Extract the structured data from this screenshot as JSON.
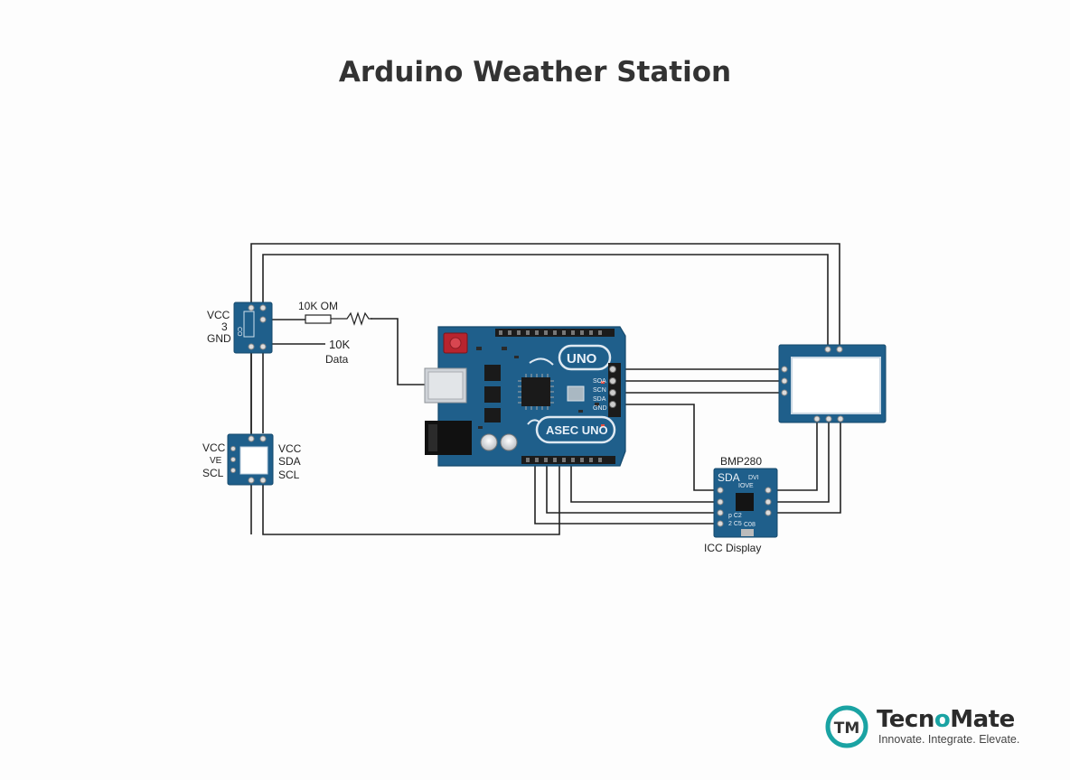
{
  "title": "Arduino Weather Station",
  "labels": {
    "sensor_vcc": "VCC",
    "sensor_3": "3",
    "sensor_gnd": "GND",
    "sensor_chip": "CO",
    "resistor_top": "10K OM",
    "resistor_10k": "10K",
    "data": "Data",
    "mod2_left_vcc": "VCC",
    "mod2_left_mid": "VE",
    "mod2_left_scl": "SCL",
    "mod2_right_vcc": "VCC",
    "mod2_right_sda": "SDA",
    "mod2_right_scl": "SCL",
    "bmp_title": "BMP280",
    "bmp_sda": "SDA",
    "bmp_dvi": "DVI",
    "bmp_small1": "IOVE",
    "bmp_small2": "p C2",
    "bmp_small3": "2 C5",
    "bmp_small4": "C08",
    "bmp_caption": "ICC Display",
    "arduino_uno": "UNO",
    "arduino_asec": "ASEC UNO",
    "arduino_s1": "SOA",
    "arduino_s2": "SCN",
    "arduino_s3": "SDA",
    "arduino_s4": "GND"
  },
  "logo": {
    "mark": "TM",
    "name_a": "Tecn",
    "name_o": "o",
    "name_b": "Mate",
    "tagline": "Innovate. Integrate. Elevate."
  },
  "colors": {
    "board": "#1f5f8b",
    "accent": "#1aa3a3",
    "wire": "#222222"
  }
}
